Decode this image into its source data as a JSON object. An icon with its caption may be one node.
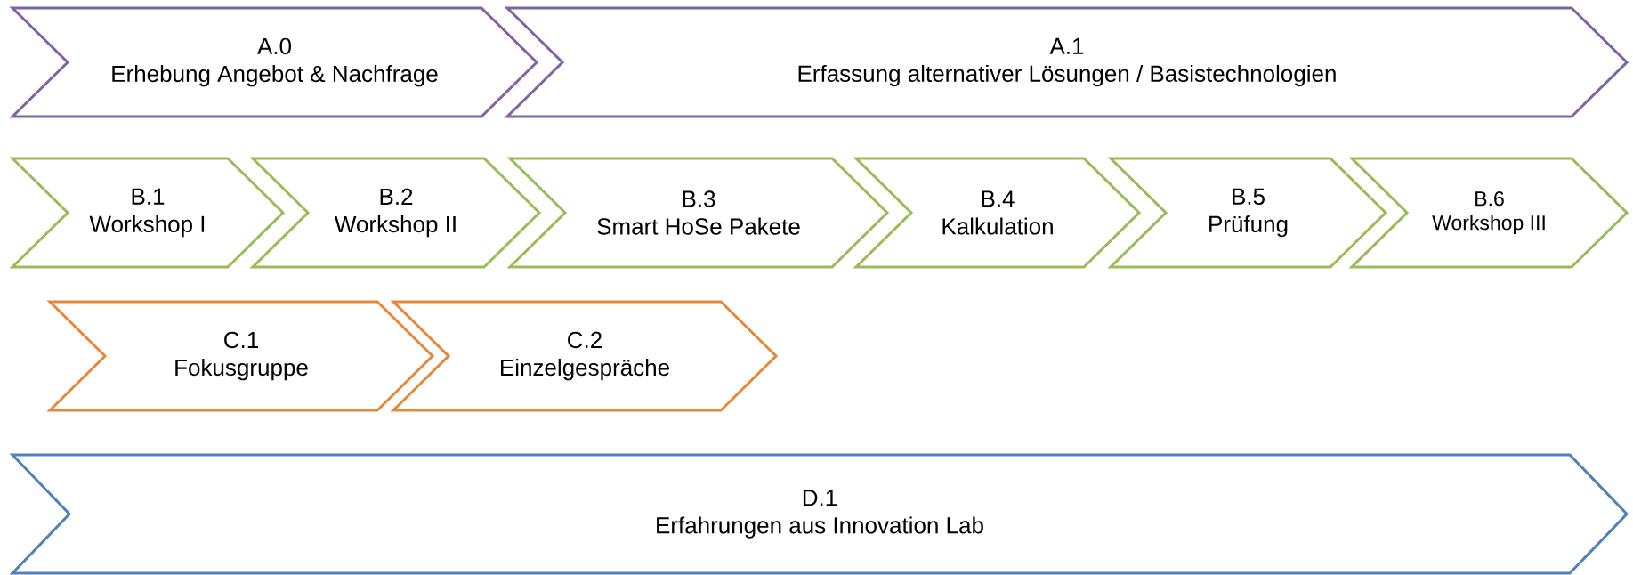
{
  "diagram": {
    "nodes": [
      {
        "text": [
          "A.0",
          "Erhebung Angebot & Nachfrage"
        ]
      },
      {
        "text": [
          "A.1",
          "Erfassung alternativer Lösungen / Basistechnologien"
        ]
      },
      {
        "text": [
          "B.1",
          "Workshop I"
        ]
      },
      {
        "text": [
          "B.2",
          "Workshop II"
        ]
      },
      {
        "text": [
          "B.3",
          "Smart HoSe Pakete"
        ]
      },
      {
        "text": [
          "B.4",
          "Kalkulation"
        ]
      },
      {
        "text": [
          "B.5",
          "Prüfung"
        ]
      },
      {
        "text": [
          "B.6",
          "Workshop III"
        ]
      },
      {
        "text": [
          "C.1",
          "Fokusgruppe"
        ]
      },
      {
        "text": [
          "C.2",
          "Einzelgespräche"
        ]
      },
      {
        "text": [
          "D.1",
          "Erfahrungen aus Innovation Lab"
        ]
      }
    ]
  }
}
